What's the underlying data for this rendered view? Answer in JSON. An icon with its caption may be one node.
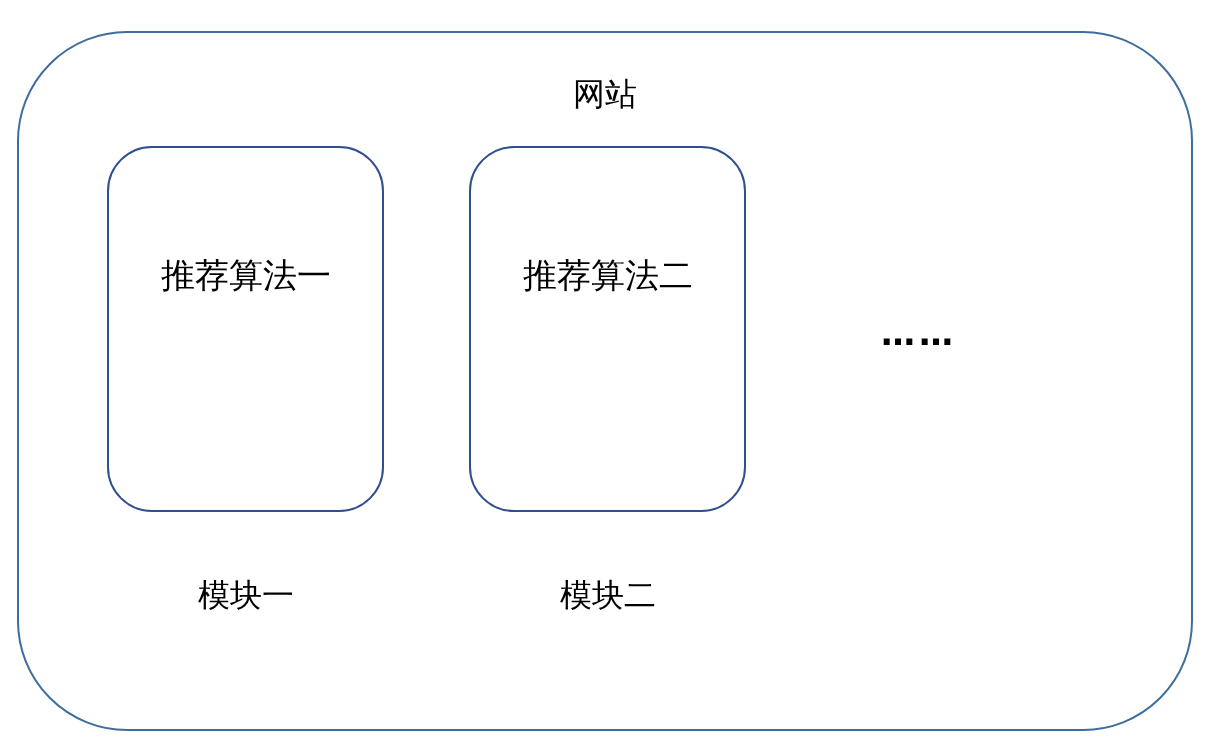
{
  "diagram": {
    "nodes": [
      {
        "text": [
          "网站"
        ]
      },
      {
        "text": [
          "推荐算法一"
        ],
        "in": 0,
        "beside": [
          "模块一"
        ]
      },
      {
        "text": [
          "推荐算法二"
        ],
        "in": 0,
        "beside": [
          "模块二"
        ]
      }
    ],
    "labels": [
      "……"
    ]
  }
}
